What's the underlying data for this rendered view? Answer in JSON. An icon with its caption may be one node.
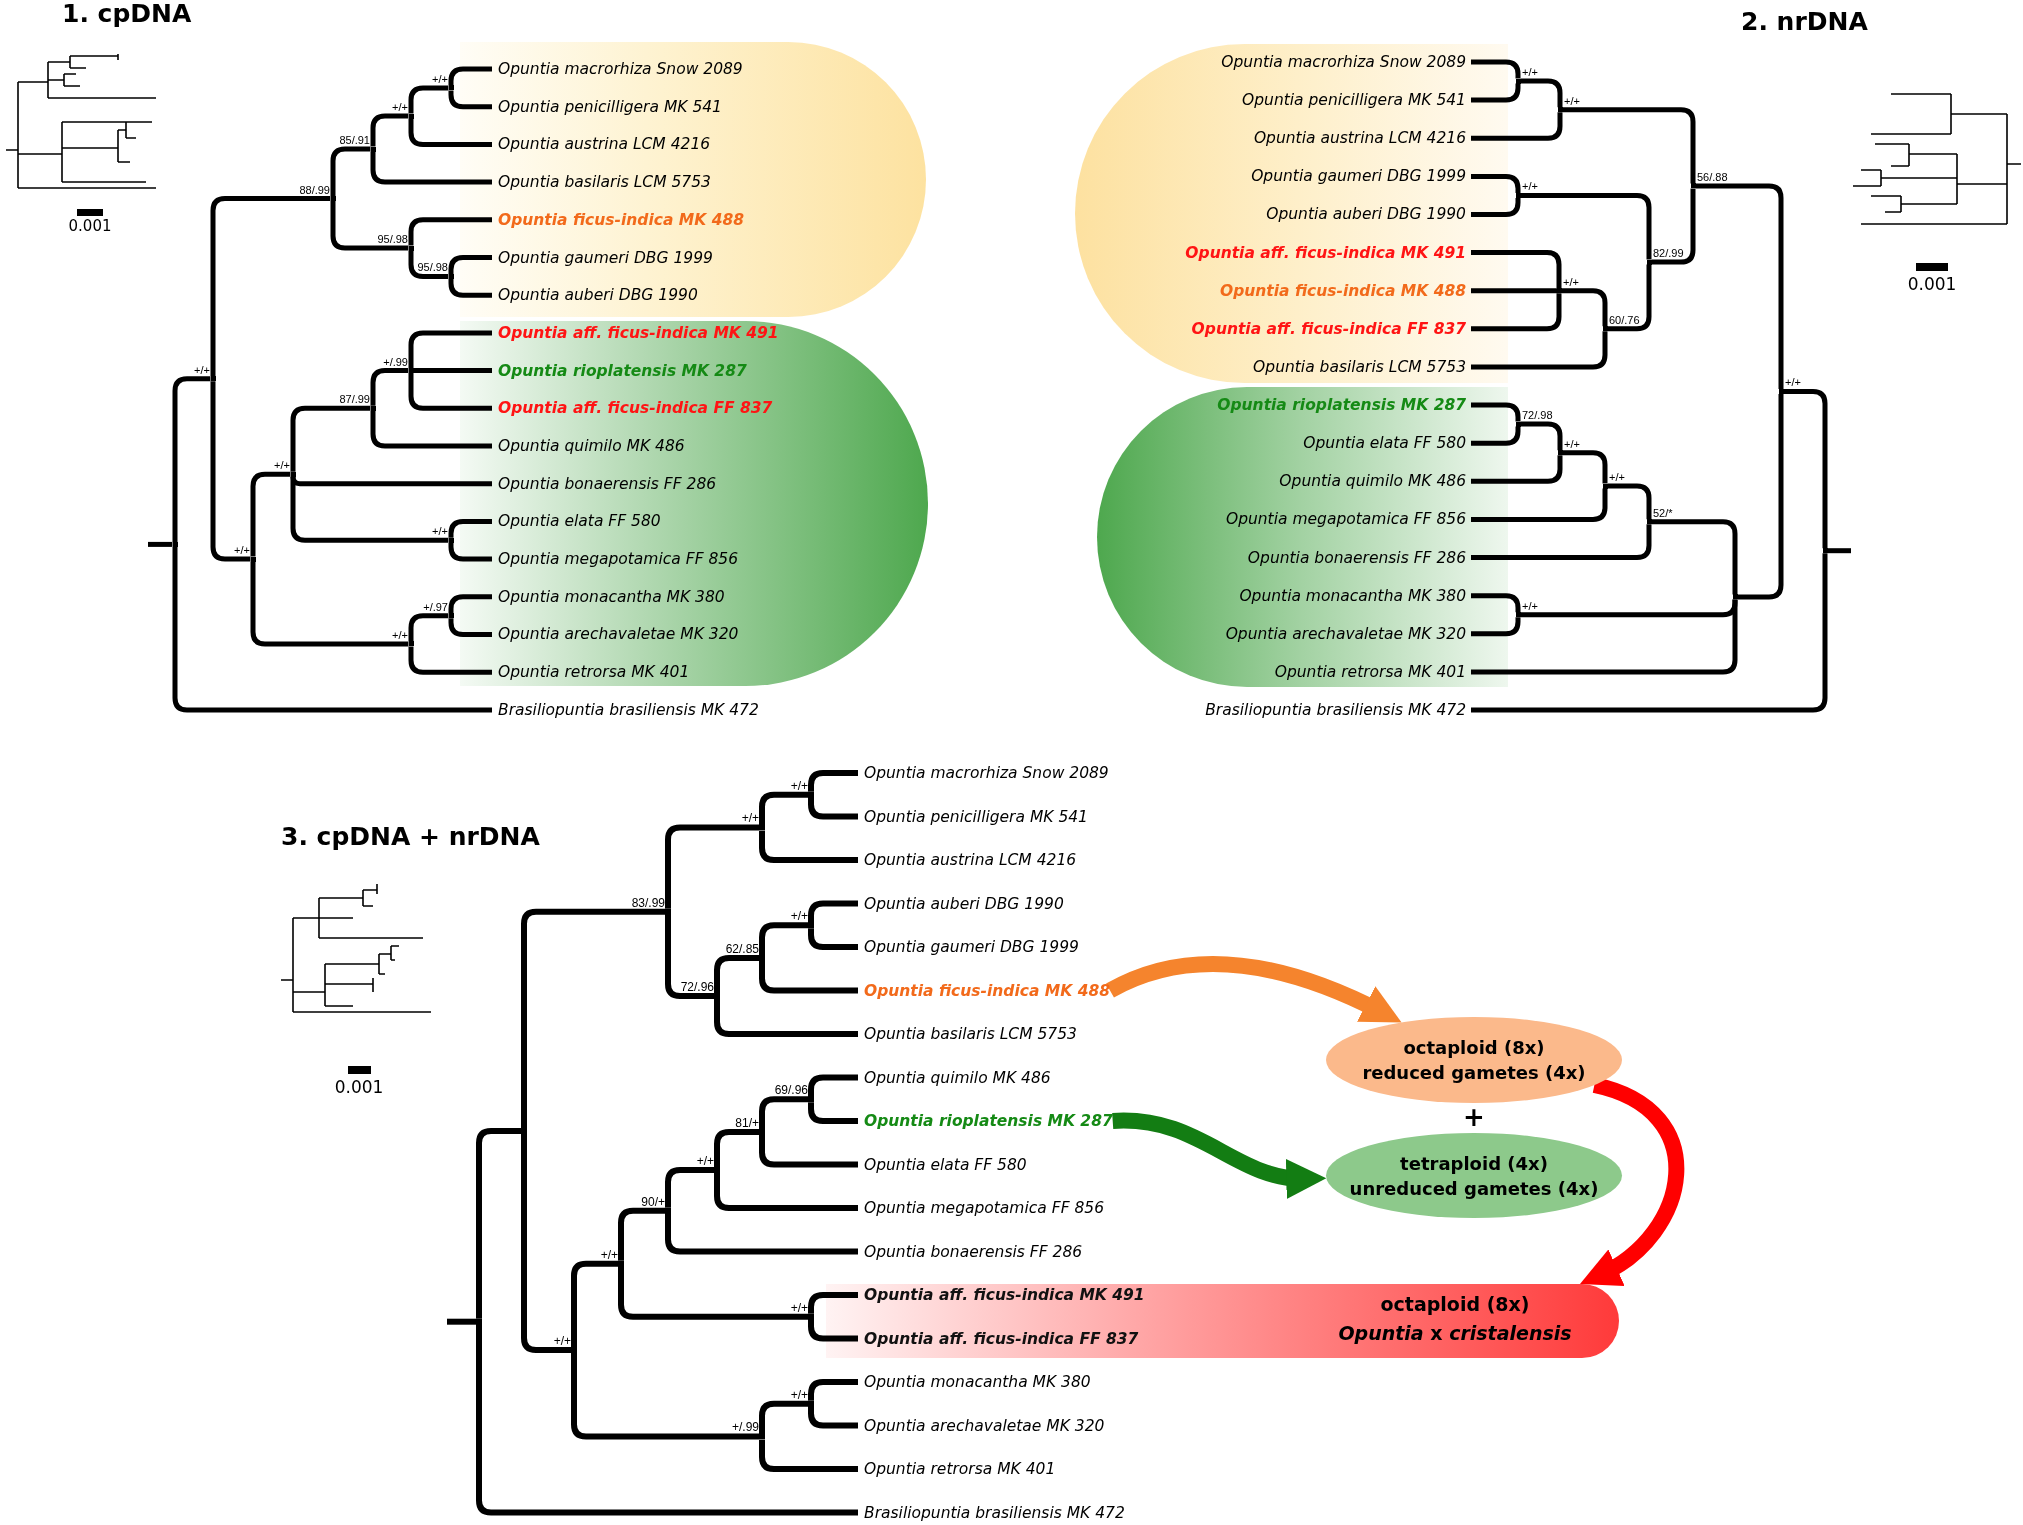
{
  "diagram": {
    "nodes": [
      {
        "text": [],
        "shape": "point"
      },
      {
        "text": [],
        "shape": "point",
        "beside": [
          "+/+"
        ]
      },
      {
        "text": [],
        "shape": "point",
        "beside": [
          "88/.99"
        ]
      },
      {
        "text": [],
        "shape": "point",
        "beside": [
          "85/.91"
        ]
      },
      {
        "text": [],
        "shape": "point",
        "beside": [
          "+/+"
        ]
      },
      {
        "text": [],
        "shape": "point",
        "beside": [
          "+/+"
        ]
      },
      {
        "text": [],
        "shape": "point",
        "beside": [
          "95/.98"
        ]
      },
      {
        "text": [],
        "shape": "point",
        "beside": [
          "95/.98"
        ]
      },
      {
        "text": [],
        "shape": "point",
        "beside": [
          "+/+"
        ]
      },
      {
        "text": [],
        "shape": "point",
        "beside": [
          "+/+"
        ]
      },
      {
        "text": [],
        "shape": "point",
        "beside": [
          "87/.99"
        ]
      },
      {
        "text": [],
        "shape": "point",
        "beside": [
          "+/.99"
        ]
      },
      {
        "text": [],
        "shape": "point",
        "beside": [
          "+/+"
        ]
      },
      {
        "text": [],
        "shape": "point",
        "beside": [
          "+/+"
        ]
      },
      {
        "text": [],
        "shape": "point",
        "beside": [
          "+/.97"
        ]
      },
      {
        "text": [],
        "shape": "band"
      },
      {
        "text": [
          "Opuntia macrorhiza Snow 2089"
        ],
        "in": 15
      },
      {
        "text": [
          "Opuntia penicilligera MK 541"
        ],
        "in": 15
      },
      {
        "text": [
          "Opuntia austrina LCM 4216"
        ],
        "in": 15
      },
      {
        "text": [
          "Opuntia basilaris LCM 5753"
        ],
        "in": 15
      },
      {
        "text": [
          "Opuntia ficus-indica MK 488"
        ],
        "in": 15
      },
      {
        "text": [
          "Opuntia gaumeri DBG 1999"
        ],
        "in": 15
      },
      {
        "text": [
          "Opuntia auberi DBG 1990"
        ],
        "in": 15
      },
      {
        "text": [],
        "shape": "band"
      },
      {
        "text": [
          "Opuntia aff. ficus-indica MK 491"
        ],
        "in": 23
      },
      {
        "text": [
          "Opuntia rioplatensis MK 287"
        ],
        "in": 23
      },
      {
        "text": [
          "Opuntia aff. ficus-indica FF 837"
        ],
        "in": 23
      },
      {
        "text": [
          "Opuntia quimilo MK 486"
        ],
        "in": 23
      },
      {
        "text": [
          "Opuntia bonaerensis FF 286"
        ],
        "in": 23
      },
      {
        "text": [
          "Opuntia elata FF 580"
        ],
        "in": 23
      },
      {
        "text": [
          "Opuntia megapotamica FF 856"
        ],
        "in": 23
      },
      {
        "text": [
          "Opuntia monacantha MK 380"
        ],
        "in": 23
      },
      {
        "text": [
          "Opuntia arechavaletae MK 320"
        ],
        "in": 23
      },
      {
        "text": [
          "Opuntia retrorsa MK 401"
        ],
        "in": 23
      },
      {
        "text": [
          "Brasiliopuntia brasiliensis MK 472"
        ]
      },
      {
        "text": [],
        "shape": "point"
      },
      {
        "text": [],
        "shape": "point",
        "beside": [
          "+/+"
        ]
      },
      {
        "text": [],
        "shape": "point",
        "beside": [
          "56/.88"
        ]
      },
      {
        "text": [],
        "shape": "point",
        "beside": [
          "+/+"
        ]
      },
      {
        "text": [],
        "shape": "point",
        "beside": [
          "+/+"
        ]
      },
      {
        "text": [],
        "shape": "point",
        "beside": [
          "82/.99"
        ]
      },
      {
        "text": [],
        "shape": "point",
        "beside": [
          "+/+"
        ]
      },
      {
        "text": [],
        "shape": "point",
        "beside": [
          "60/.76"
        ]
      },
      {
        "text": [],
        "shape": "point",
        "beside": [
          "+/+"
        ]
      },
      {
        "text": [],
        "shape": "point"
      },
      {
        "text": [],
        "shape": "point",
        "beside": [
          "52/*"
        ]
      },
      {
        "text": [],
        "shape": "point",
        "beside": [
          "+/+"
        ]
      },
      {
        "text": [],
        "shape": "point",
        "beside": [
          "+/+"
        ]
      },
      {
        "text": [],
        "shape": "point",
        "beside": [
          "72/.98"
        ]
      },
      {
        "text": [],
        "shape": "point",
        "beside": [
          "+/+"
        ]
      },
      {
        "text": [],
        "shape": "band"
      },
      {
        "text": [
          "Opuntia macrorhiza Snow 2089"
        ],
        "in": 50
      },
      {
        "text": [
          "Opuntia penicilligera MK 541"
        ],
        "in": 50
      },
      {
        "text": [
          "Opuntia austrina LCM 4216"
        ],
        "in": 50
      },
      {
        "text": [
          "Opuntia gaumeri DBG 1999"
        ],
        "in": 50
      },
      {
        "text": [
          "Opuntia auberi DBG 1990"
        ],
        "in": 50
      },
      {
        "text": [
          "Opuntia aff. ficus-indica MK 491"
        ],
        "in": 50
      },
      {
        "text": [
          "Opuntia ficus-indica MK 488"
        ],
        "in": 50
      },
      {
        "text": [
          "Opuntia aff. ficus-indica FF 837"
        ],
        "in": 50
      },
      {
        "text": [
          "Opuntia basilaris LCM 5753"
        ],
        "in": 50
      },
      {
        "text": [],
        "shape": "band"
      },
      {
        "text": [
          "Opuntia rioplatensis MK 287"
        ],
        "in": 60
      },
      {
        "text": [
          "Opuntia elata FF 580"
        ],
        "in": 60
      },
      {
        "text": [
          "Opuntia quimilo MK 486"
        ],
        "in": 60
      },
      {
        "text": [
          "Opuntia megapotamica FF 856"
        ],
        "in": 60
      },
      {
        "text": [
          "Opuntia bonaerensis FF 286"
        ],
        "in": 60
      },
      {
        "text": [
          "Opuntia monacantha MK 380"
        ],
        "in": 60
      },
      {
        "text": [
          "Opuntia arechavaletae MK 320"
        ],
        "in": 60
      },
      {
        "text": [
          "Opuntia retrorsa MK 401"
        ],
        "in": 60
      },
      {
        "text": [
          "Brasiliopuntia brasiliensis MK 472"
        ]
      },
      {
        "text": [],
        "shape": "point"
      },
      {
        "text": [],
        "shape": "point"
      },
      {
        "text": [],
        "shape": "point",
        "beside": [
          "83/.99"
        ]
      },
      {
        "text": [],
        "shape": "point",
        "beside": [
          "+/+"
        ]
      },
      {
        "text": [],
        "shape": "point",
        "beside": [
          "+/+"
        ]
      },
      {
        "text": [],
        "shape": "point",
        "beside": [
          "72/.96"
        ]
      },
      {
        "text": [],
        "shape": "point",
        "beside": [
          "62/.85"
        ]
      },
      {
        "text": [],
        "shape": "point",
        "beside": [
          "+/+"
        ]
      },
      {
        "text": [],
        "shape": "point",
        "beside": [
          "+/+"
        ]
      },
      {
        "text": [],
        "shape": "point",
        "beside": [
          "+/+"
        ]
      },
      {
        "text": [],
        "shape": "point",
        "beside": [
          "90/+"
        ]
      },
      {
        "text": [],
        "shape": "point",
        "beside": [
          "+/+"
        ]
      },
      {
        "text": [],
        "shape": "point",
        "beside": [
          "81/+"
        ]
      },
      {
        "text": [],
        "shape": "point",
        "beside": [
          "69/.96"
        ]
      },
      {
        "text": [],
        "shape": "point",
        "beside": [
          "+/+"
        ]
      },
      {
        "text": [],
        "shape": "point",
        "beside": [
          "+/.99"
        ]
      },
      {
        "text": [],
        "shape": "point",
        "beside": [
          "+/+"
        ]
      },
      {
        "text": [
          "Opuntia macrorhiza Snow 2089"
        ]
      },
      {
        "text": [
          "Opuntia penicilligera MK 541"
        ]
      },
      {
        "text": [
          "Opuntia austrina LCM 4216"
        ]
      },
      {
        "text": [
          "Opuntia auberi DBG 1990"
        ]
      },
      {
        "text": [
          "Opuntia gaumeri DBG 1999"
        ]
      },
      {
        "text": [
          "Opuntia ficus-indica MK 488"
        ]
      },
      {
        "text": [
          "Opuntia basilaris LCM 5753"
        ]
      },
      {
        "text": [
          "Opuntia quimilo MK 486"
        ]
      },
      {
        "text": [
          "Opuntia rioplatensis MK 287"
        ]
      },
      {
        "text": [
          "Opuntia elata FF 580"
        ]
      },
      {
        "text": [
          "Opuntia megapotamica FF 856"
        ]
      },
      {
        "text": [
          "Opuntia bonaerensis FF 286"
        ]
      },
      {
        "text": [
          "octaploid (8x)",
          "*Opuntia* x *cristalensis*"
        ]
      },
      {
        "text": [
          "Opuntia aff. ficus-indica MK 491"
        ],
        "in": 99
      },
      {
        "text": [
          "Opuntia aff. ficus-indica FF 837"
        ],
        "in": 99
      },
      {
        "text": [
          "Opuntia monacantha MK 380"
        ]
      },
      {
        "text": [
          "Opuntia arechavaletae MK 320"
        ]
      },
      {
        "text": [
          "Opuntia retrorsa MK 401"
        ]
      },
      {
        "text": [
          "Brasiliopuntia brasiliensis MK 472"
        ]
      },
      {
        "text": [
          "octaploid (8x)",
          "reduced gametes (4x)"
        ]
      },
      {
        "text": [
          "tetraploid (4x)",
          "unreduced gametes (4x)"
        ]
      }
    ],
    "edges": [
      {
        "from": null,
        "to": 0,
        "arrow": "none"
      },
      {
        "from": 0,
        "to": 1,
        "arrow": "none"
      },
      {
        "from": 0,
        "to": 34,
        "arrow": "none"
      },
      {
        "from": 1,
        "to": 2,
        "arrow": "none"
      },
      {
        "from": 1,
        "to": 8,
        "arrow": "none"
      },
      {
        "from": 2,
        "to": 3,
        "arrow": "none"
      },
      {
        "from": 2,
        "to": 6,
        "arrow": "none"
      },
      {
        "from": 3,
        "to": 4,
        "arrow": "none"
      },
      {
        "from": 3,
        "to": 19,
        "arrow": "none"
      },
      {
        "from": 4,
        "to": 5,
        "arrow": "none"
      },
      {
        "from": 4,
        "to": 18,
        "arrow": "none"
      },
      {
        "from": 5,
        "to": 16,
        "arrow": "none"
      },
      {
        "from": 5,
        "to": 17,
        "arrow": "none"
      },
      {
        "from": 6,
        "to": 20,
        "arrow": "none"
      },
      {
        "from": 6,
        "to": 7,
        "arrow": "none"
      },
      {
        "from": 7,
        "to": 21,
        "arrow": "none"
      },
      {
        "from": 7,
        "to": 22,
        "arrow": "none"
      },
      {
        "from": 8,
        "to": 9,
        "arrow": "none"
      },
      {
        "from": 8,
        "to": 13,
        "arrow": "none"
      },
      {
        "from": 9,
        "to": 10,
        "arrow": "none"
      },
      {
        "from": 9,
        "to": 28,
        "arrow": "none"
      },
      {
        "from": 9,
        "to": 12,
        "arrow": "none"
      },
      {
        "from": 10,
        "to": 11,
        "arrow": "none"
      },
      {
        "from": 10,
        "to": 27,
        "arrow": "none"
      },
      {
        "from": 11,
        "to": 24,
        "arrow": "none"
      },
      {
        "from": 11,
        "to": 25,
        "arrow": "none"
      },
      {
        "from": 11,
        "to": 26,
        "arrow": "none"
      },
      {
        "from": 12,
        "to": 29,
        "arrow": "none"
      },
      {
        "from": 12,
        "to": 30,
        "arrow": "none"
      },
      {
        "from": 13,
        "to": 14,
        "arrow": "none"
      },
      {
        "from": 13,
        "to": 33,
        "arrow": "none"
      },
      {
        "from": 14,
        "to": 31,
        "arrow": "none"
      },
      {
        "from": 14,
        "to": 32,
        "arrow": "none"
      },
      {
        "from": 51,
        "to": 39,
        "arrow": "none"
      },
      {
        "from": 52,
        "to": 39,
        "arrow": "none"
      },
      {
        "from": 39,
        "to": 38,
        "arrow": "none"
      },
      {
        "from": 53,
        "to": 38,
        "arrow": "none"
      },
      {
        "from": 54,
        "to": 41,
        "arrow": "none"
      },
      {
        "from": 55,
        "to": 41,
        "arrow": "none"
      },
      {
        "from": 56,
        "to": 43,
        "arrow": "none"
      },
      {
        "from": 57,
        "to": 43,
        "arrow": "none"
      },
      {
        "from": 58,
        "to": 43,
        "arrow": "none"
      },
      {
        "from": 43,
        "to": 42,
        "arrow": "none"
      },
      {
        "from": 59,
        "to": 42,
        "arrow": "none"
      },
      {
        "from": 41,
        "to": 40,
        "arrow": "none"
      },
      {
        "from": 42,
        "to": 40,
        "arrow": "none"
      },
      {
        "from": 38,
        "to": 37,
        "arrow": "none"
      },
      {
        "from": 40,
        "to": 37,
        "arrow": "none"
      },
      {
        "from": 61,
        "to": 48,
        "arrow": "none"
      },
      {
        "from": 62,
        "to": 48,
        "arrow": "none"
      },
      {
        "from": 48,
        "to": 47,
        "arrow": "none"
      },
      {
        "from": 63,
        "to": 47,
        "arrow": "none"
      },
      {
        "from": 47,
        "to": 46,
        "arrow": "none"
      },
      {
        "from": 64,
        "to": 46,
        "arrow": "none"
      },
      {
        "from": 46,
        "to": 45,
        "arrow": "none"
      },
      {
        "from": 65,
        "to": 45,
        "arrow": "none"
      },
      {
        "from": 66,
        "to": 49,
        "arrow": "none"
      },
      {
        "from": 67,
        "to": 49,
        "arrow": "none"
      },
      {
        "from": 45,
        "to": 44,
        "arrow": "none"
      },
      {
        "from": 49,
        "to": 44,
        "arrow": "none"
      },
      {
        "from": 68,
        "to": 44,
        "arrow": "none"
      },
      {
        "from": 37,
        "to": 36,
        "arrow": "none"
      },
      {
        "from": 44,
        "to": 36,
        "arrow": "none"
      },
      {
        "from": 36,
        "to": 35,
        "arrow": "none"
      },
      {
        "from": 69,
        "to": 35,
        "arrow": "none"
      },
      {
        "from": 35,
        "to": null,
        "arrow": "none"
      },
      {
        "from": null,
        "to": 70,
        "arrow": "none"
      },
      {
        "from": 70,
        "to": 71,
        "arrow": "none"
      },
      {
        "from": 70,
        "to": 105,
        "arrow": "none"
      },
      {
        "from": 71,
        "to": 72,
        "arrow": "none"
      },
      {
        "from": 71,
        "to": 78,
        "arrow": "none"
      },
      {
        "from": 72,
        "to": 73,
        "arrow": "none"
      },
      {
        "from": 72,
        "to": 75,
        "arrow": "none"
      },
      {
        "from": 73,
        "to": 74,
        "arrow": "none"
      },
      {
        "from": 73,
        "to": 89,
        "arrow": "none"
      },
      {
        "from": 74,
        "to": 87,
        "arrow": "none"
      },
      {
        "from": 74,
        "to": 88,
        "arrow": "none"
      },
      {
        "from": 75,
        "to": 76,
        "arrow": "none"
      },
      {
        "from": 75,
        "to": 93,
        "arrow": "none"
      },
      {
        "from": 76,
        "to": 77,
        "arrow": "none"
      },
      {
        "from": 76,
        "to": 92,
        "arrow": "none"
      },
      {
        "from": 77,
        "to": 90,
        "arrow": "none"
      },
      {
        "from": 77,
        "to": 91,
        "arrow": "none"
      },
      {
        "from": 78,
        "to": 79,
        "arrow": "none"
      },
      {
        "from": 78,
        "to": 85,
        "arrow": "none"
      },
      {
        "from": 79,
        "to": 80,
        "arrow": "none"
      },
      {
        "from": 79,
        "to": 84,
        "arrow": "none"
      },
      {
        "from": 80,
        "to": 81,
        "arrow": "none"
      },
      {
        "from": 80,
        "to": 98,
        "arrow": "none"
      },
      {
        "from": 81,
        "to": 82,
        "arrow": "none"
      },
      {
        "from": 81,
        "to": 97,
        "arrow": "none"
      },
      {
        "from": 82,
        "to": 83,
        "arrow": "none"
      },
      {
        "from": 82,
        "to": 96,
        "arrow": "none"
      },
      {
        "from": 83,
        "to": 94,
        "arrow": "none"
      },
      {
        "from": 83,
        "to": 95,
        "arrow": "none"
      },
      {
        "from": 84,
        "to": 100,
        "arrow": "none"
      },
      {
        "from": 84,
        "to": 101,
        "arrow": "none"
      },
      {
        "from": 85,
        "to": 86,
        "arrow": "none"
      },
      {
        "from": 85,
        "to": 104,
        "arrow": "none"
      },
      {
        "from": 86,
        "to": 102,
        "arrow": "none"
      },
      {
        "from": 86,
        "to": 103,
        "arrow": "none"
      },
      {
        "from": 92,
        "to": 106,
        "arrow": "to",
        "style": "thick",
        "color": "#f5842d"
      },
      {
        "from": 95,
        "to": 107,
        "arrow": "to",
        "style": "thick",
        "color": "#137d13"
      },
      {
        "from": 106,
        "to": 99,
        "arrow": "to",
        "style": "thick",
        "color": "#ff0000"
      }
    ],
    "labels": [
      "1. cpDNA",
      "0.001",
      "2. nrDNA",
      "0.001",
      "3. cpDNA + nrDNA",
      "0.001",
      "+"
    ]
  }
}
